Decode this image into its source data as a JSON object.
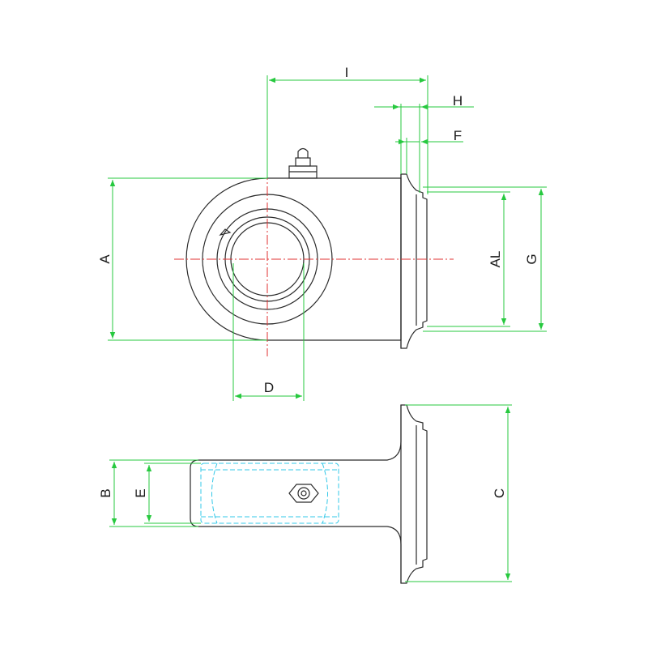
{
  "drawing": {
    "labels": {
      "A": "A",
      "B": "B",
      "C": "C",
      "D": "D",
      "E": "E",
      "F": "F",
      "G": "G",
      "H": "H",
      "I": "I",
      "AL": "AL"
    },
    "colors": {
      "dimension": "#27c93f",
      "centerline": "#e03030",
      "hidden": "#33c8e8",
      "outline": "#2a2a2a"
    }
  }
}
